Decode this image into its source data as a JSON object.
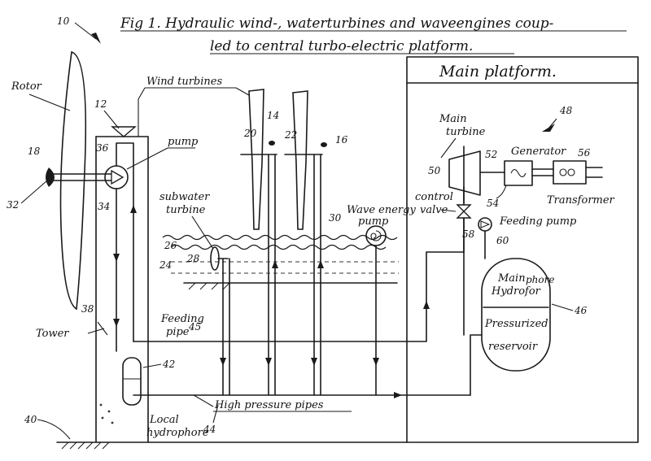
{
  "figure": {
    "title_line1": "Fig 1. Hydraulic wind-, waterturbines and waveengines coup-",
    "title_line2": "led to central turbo-electric platform."
  },
  "labels": {
    "rotor": "Rotor",
    "wind_turbines": "Wind turbines",
    "pump": "pump",
    "subwater_turbine_1": "subwater",
    "subwater_turbine_2": "turbine",
    "wave_energy_pump_1": "Wave energy",
    "wave_energy_pump_2": "pump",
    "main_platform": "Main platform.",
    "main_turbine_1": "Main",
    "main_turbine_2": "turbine",
    "generator": "Generator",
    "transformer": "Transformer",
    "control_valve_1": "control",
    "control_valve_2": "valve",
    "feeding_pump": "Feeding pump",
    "hydrofor_1": "Main",
    "hydrofor_2": "Hydrofor",
    "hydrofor_3": "phore",
    "pressurized_reservoir_1": "Pressurized",
    "pressurized_reservoir_2": "reservoir",
    "tower": "Tower",
    "feeding_pipe_1": "Feeding",
    "feeding_pipe_2": "pipe",
    "high_pressure_pipes": "High pressure pipes",
    "local_hydrophore_1": "Local",
    "local_hydrophore_2": "hydrophore"
  },
  "refs": {
    "n10": "10",
    "n12": "12",
    "n14": "14",
    "n16": "16",
    "n18": "18",
    "n20": "20",
    "n22": "22",
    "n24": "24",
    "n26": "26",
    "n28": "28",
    "n30": "30",
    "n32": "32",
    "n34": "34",
    "n36": "36",
    "n38": "38",
    "n40": "40",
    "n42": "42",
    "n44": "44",
    "n45": "45",
    "n46": "46",
    "n48": "48",
    "n50": "50",
    "n52": "52",
    "n54": "54",
    "n56": "56",
    "n58": "58",
    "n60": "60"
  },
  "icons": {
    "pump": "pump-circle-icon",
    "generator": "sine-wave-icon",
    "wave_pump": "spiral-pump-icon",
    "control_valve": "valve-bowtie-icon"
  }
}
